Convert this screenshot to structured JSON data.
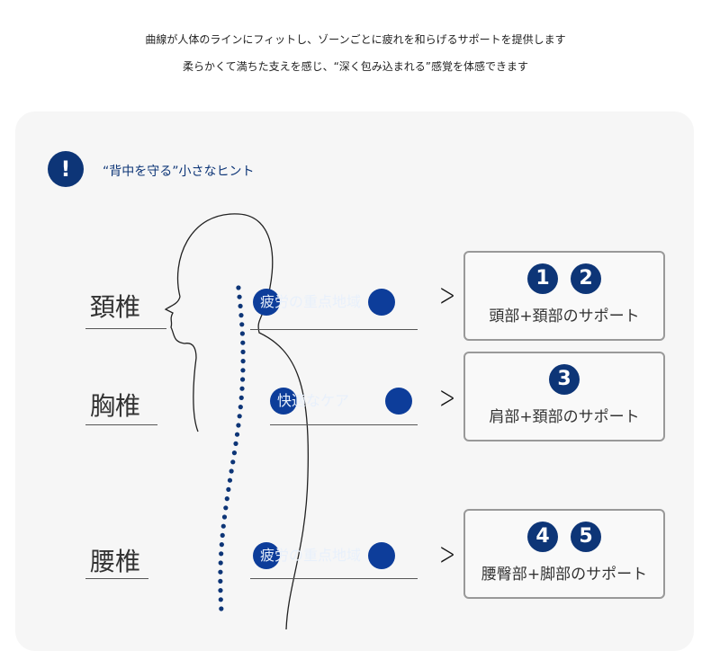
{
  "intro": [
    "曲線が人体のラインにフィットし、ゾーンごとに疲れを和らげるサポートを提供します",
    "柔らかくて満ちた支えを感じ、“深く包み込まれる”感覚を体感できます"
  ],
  "hint": {
    "icon": "!",
    "text": "“背中を守る”小さなヒント"
  },
  "sections": [
    {
      "label": "頚椎",
      "tag": "疲労の重点地域",
      "nums": [
        "1",
        "2"
      ],
      "support": "頭部+頚部のサポート"
    },
    {
      "label": "胸椎",
      "tag": "快適なケア",
      "nums": [
        "3"
      ],
      "support": "肩部+頚部のサポート"
    },
    {
      "label": "腰椎",
      "tag": "疲労の重点地域",
      "nums": [
        "4",
        "5"
      ],
      "support": "腰臀部+脚部のサポート"
    }
  ]
}
